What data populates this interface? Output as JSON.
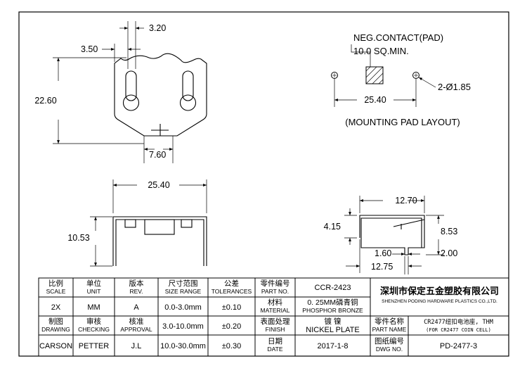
{
  "dimensions": {
    "top_width_small": "3.20",
    "left_offset": "3.50",
    "height_top": "22.60",
    "center_width": "7.60",
    "front_width": "25.40",
    "front_height": "10.53",
    "side_width": "12.70",
    "side_height_left": "4.15",
    "side_height_right": "8.53",
    "side_small_a": "1.60",
    "side_small_b": "2.00",
    "side_bottom": "12.75"
  },
  "pad_layout": {
    "label_line1": "NEG.CONTACT(PAD)",
    "label_line2": "10.0 SQ.MIN.",
    "hole_label": "2-Ø1.85",
    "spacing": "25.40",
    "caption": "(MOUNTING PAD LAYOUT)"
  },
  "title_block": {
    "headers": [
      {
        "cn": "比例",
        "en": "SCALE"
      },
      {
        "cn": "单位",
        "en": "UNIT"
      },
      {
        "cn": "版本",
        "en": "REV."
      },
      {
        "cn": "尺寸范围",
        "en": "SIZE RANGE"
      },
      {
        "cn": "公差",
        "en": "TOLERANCES"
      },
      {
        "cn": "零件编号",
        "en": "PART NO."
      }
    ],
    "part_no": "CCR-2423",
    "scale": "2X",
    "unit": "MM",
    "rev": "A",
    "range1": "0.0-3.0mm",
    "tol1": "±0.10",
    "material_cn": "材料",
    "material_en": "MATERIAL",
    "material_value1": "0. 25MM磷青铜",
    "material_value2": "PHOSPHOR BRONZE",
    "drawing_cn": "制图",
    "drawing_en": "DRAWING",
    "checking_cn": "审核",
    "checking_en": "CHECKING",
    "approval_cn": "核准",
    "approval_en": "APPROVAL",
    "range2": "3.0-10.0mm",
    "tol2": "±0.20",
    "finish_cn": "表面处理",
    "finish_en": "FINISH",
    "finish_value1": "镀 镍",
    "finish_value2": "NICKEL PLATE",
    "partname_cn": "零件名称",
    "partname_en": "PART NAME",
    "partname_value1": "CR2477纽扣电池座, THM",
    "partname_value2": "(FOR CR2477 COIN CELL)",
    "drawer": "CARSON",
    "checker": "PETTER",
    "approver": "J.L",
    "range3": "10.0-30.0mm",
    "tol3": "±0.30",
    "date_cn": "日期",
    "date_en": "DATE",
    "date_value": "2017-1-8",
    "dwgno_cn": "图纸编号",
    "dwgno_en": "DWG NO.",
    "dwgno_value": "PD-2477-3",
    "company_cn": "深圳市保定五金塑胶有限公司",
    "company_en": "SHENZHEN PODING HARDWARE PLASTICS CO.,LTD."
  }
}
